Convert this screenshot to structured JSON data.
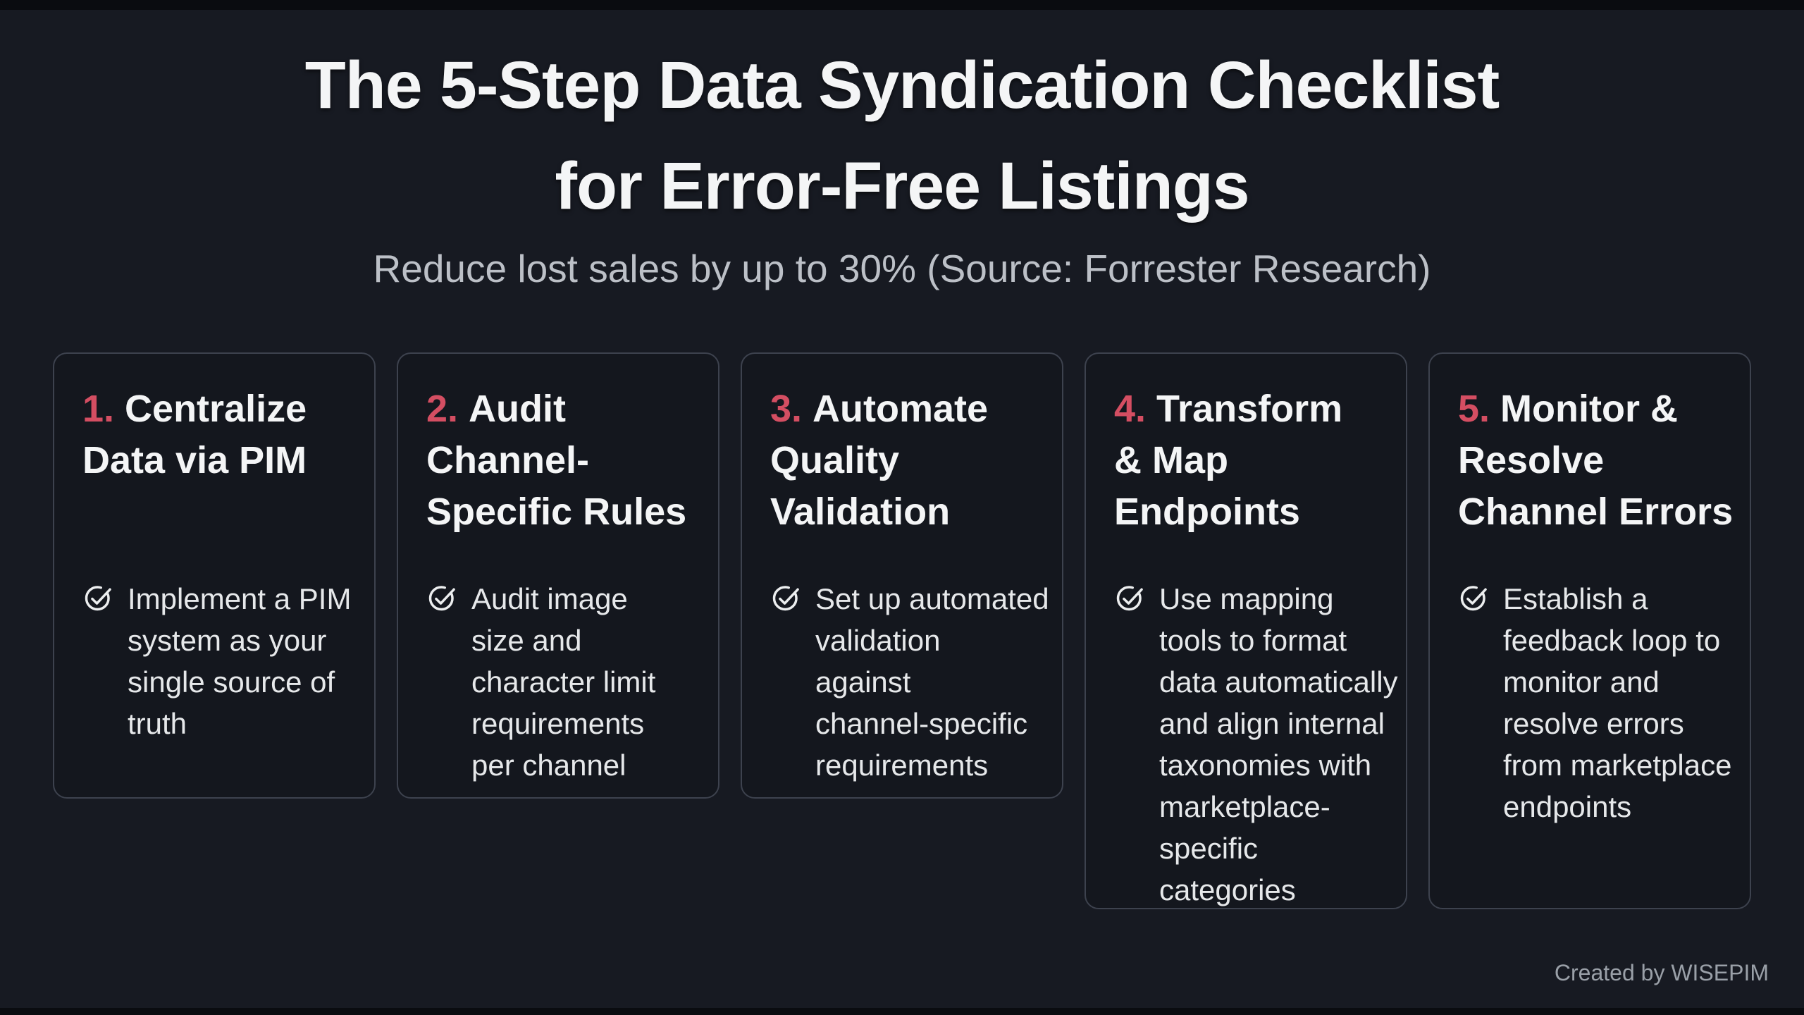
{
  "page": {
    "title_line1": "The 5-Step Data Syndication Checklist",
    "title_line2": "for Error-Free Listings",
    "subtitle": "Reduce lost sales by up to 30% (Source: Forrester Research)",
    "footer": "Created by WISEPIM"
  },
  "colors": {
    "background": "#171a22",
    "edge_bar": "#0a0c10",
    "card_background": "#14171e",
    "card_border": "#3d424e",
    "accent_number": "#d44e62",
    "title_text": "#f4f5f6",
    "subtitle_text": "#bcc0c7",
    "body_text": "#e6e8ea",
    "footer_text": "#9aa0a8"
  },
  "cards": [
    {
      "number": "1.",
      "title": "Centralize\nData via PIM",
      "icon": "check-circle",
      "description": "Implement a PIM\nsystem as your\nsingle source of\ntruth"
    },
    {
      "number": "2.",
      "title": "Audit\nChannel-\nSpecific Rules",
      "icon": "check-circle",
      "description": "Audit image\nsize and\ncharacter limit\nrequirements\nper channel"
    },
    {
      "number": "3.",
      "title": "Automate\nQuality\nValidation",
      "icon": "check-circle",
      "description": "Set up automated\nvalidation\nagainst\nchannel-specific\nrequirements"
    },
    {
      "number": "4.",
      "title": "Transform\n& Map\nEndpoints",
      "icon": "check-circle",
      "description": "Use mapping\ntools to format\ndata automatically\nand align internal\ntaxonomies with\nmarketplace-\nspecific\ncategories"
    },
    {
      "number": "5.",
      "title": "Monitor &\nResolve\nChannel Errors",
      "icon": "check-circle",
      "description": "Establish a\nfeedback loop to\nmonitor and\nresolve errors\nfrom marketplace\nendpoints"
    }
  ]
}
